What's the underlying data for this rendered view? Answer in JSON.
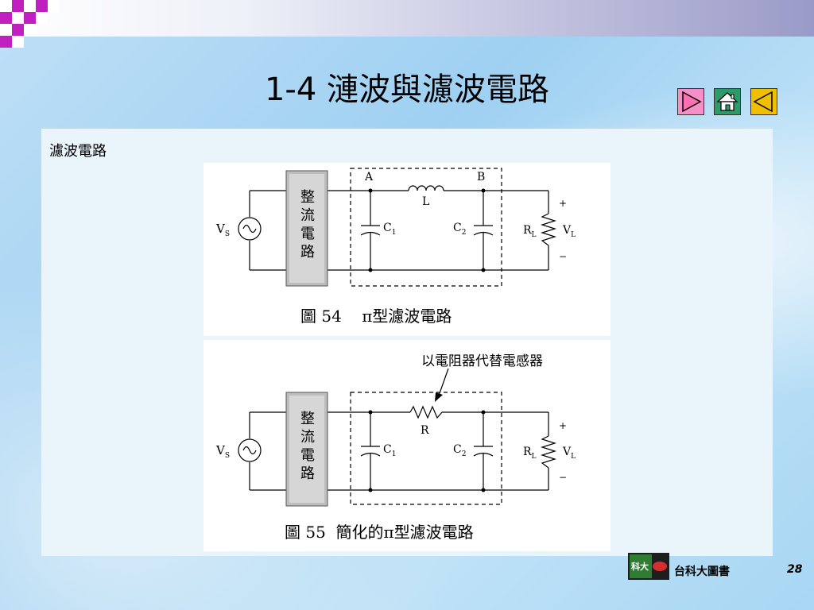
{
  "slide": {
    "title": "1-4 漣波與濾波電路",
    "section_label": "濾波電路",
    "page_number": "28",
    "brand": "台科大圖書",
    "logo_text": "科大"
  },
  "nav": {
    "next": "next-icon",
    "home": "home-icon",
    "prev": "prev-icon"
  },
  "figure54": {
    "rectifier": [
      "整",
      "流",
      "電",
      "路"
    ],
    "source": "V",
    "source_sub": "S",
    "node_a": "A",
    "node_b": "B",
    "inductor": "L",
    "c1": "C",
    "c1_sub": "1",
    "c2": "C",
    "c2_sub": "2",
    "rl": "R",
    "rl_sub": "L",
    "vl": "V",
    "vl_sub": "L",
    "plus": "+",
    "minus": "−",
    "caption_prefix": "圖 54",
    "caption_symbol": "π",
    "caption_rest": "型濾波電路"
  },
  "figure55": {
    "rectifier": [
      "整",
      "流",
      "電",
      "路"
    ],
    "source": "V",
    "source_sub": "S",
    "note": "以電阻器代替電感器",
    "resistor": "R",
    "c1": "C",
    "c1_sub": "1",
    "c2": "C",
    "c2_sub": "2",
    "rl": "R",
    "rl_sub": "L",
    "vl": "V",
    "vl_sub": "L",
    "plus": "+",
    "minus": "−",
    "caption_prefix": "圖 55",
    "caption_mid": "簡化的",
    "caption_symbol": "π",
    "caption_rest": "型濾波電路"
  }
}
